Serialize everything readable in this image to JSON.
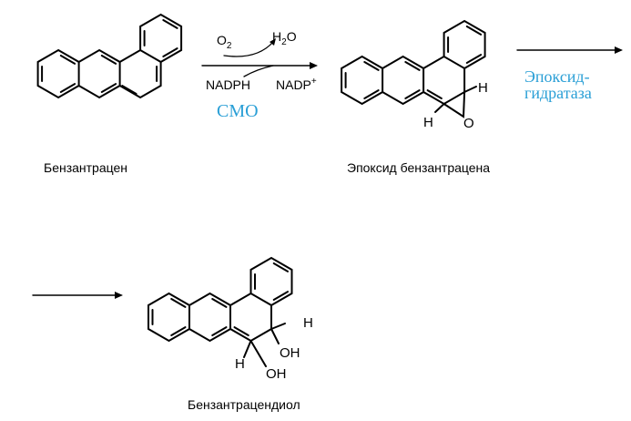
{
  "compounds": {
    "benzanthracene": "Бензантрацен",
    "epoxide": "Эпоксид бензантрацена",
    "diol": "Бензантрацендиол"
  },
  "step1": {
    "o2": "O",
    "o2_sub": "2",
    "h2o_h": "H",
    "h2o_sub": "2",
    "h2o_o": "O",
    "nadph": "NADPH",
    "nadp": "NADP",
    "nadp_sup": "+",
    "enzyme": "CMO"
  },
  "step2": {
    "enzyme_line1": "Эпоксид-",
    "enzyme_line2": "гидратаза"
  },
  "atoms": {
    "h": "H",
    "o": "O",
    "oh": "OH"
  },
  "colors": {
    "enzyme": "#2a9fd6",
    "line": "#000000"
  }
}
